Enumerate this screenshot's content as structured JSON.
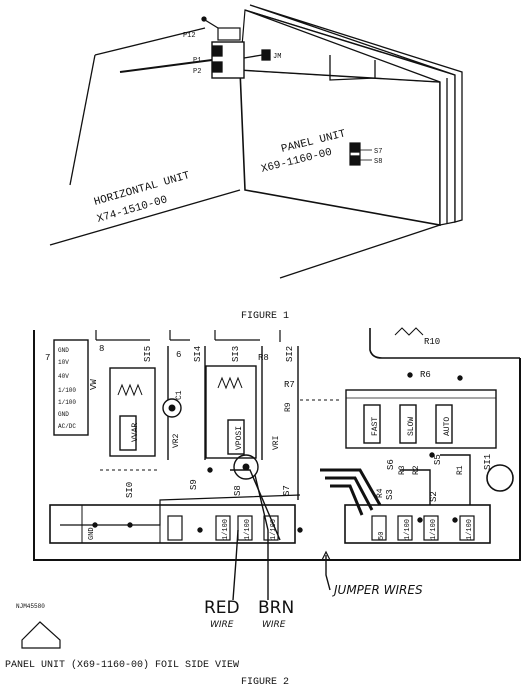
{
  "figure1": {
    "caption": "FIGURE 1",
    "horizontal_unit": {
      "name": "HORIZONTAL UNIT",
      "part": "X74-1510-00"
    },
    "panel_unit": {
      "name": "PANEL UNIT",
      "part": "X69-1160-00"
    },
    "labels": {
      "p12": "P12",
      "p1": "P1",
      "p2": "P2",
      "jm": "JM",
      "s7": "S7",
      "s8": "S8"
    }
  },
  "figure2": {
    "title": "PANEL UNIT (X69-1160-00) FOIL SIDE VIEW",
    "caption": "FIGURE 2",
    "code": "NJM45580",
    "labels": {
      "s15": "SI5",
      "s14": "SI4",
      "s13": "SI3",
      "s12": "SI2",
      "s11": "SI1",
      "s10": "SI0",
      "s9": "S9",
      "s8": "S8",
      "s7": "S7",
      "s6": "S6",
      "s5": "S5",
      "s3": "S3",
      "s2": "S2",
      "r8": "R8",
      "r7": "R7",
      "r9": "R9",
      "r1": "R1",
      "r2": "R2",
      "r3": "R3",
      "r4": "R4",
      "r10": "R10",
      "r6": "R6",
      "c1": "C1",
      "vr1": "VRI",
      "vr2": "VR2",
      "vw": "VW",
      "n6": "6",
      "n8": "8",
      "n7": "7",
      "vvar": "VVAR",
      "vpos": "VPOSI",
      "fast": "FAST",
      "slow": "SLOW",
      "auto": "AUTO",
      "gnd": "GND",
      "t1": "1/100",
      "t2": "1/100",
      "t3": "1/100",
      "j50": "50",
      "j1": "1/100",
      "j2": "1/100",
      "j3": "1/100",
      "side1": "GND",
      "side2": "10V",
      "side3": "40V",
      "side4": "1/100",
      "side5": "1/100",
      "side6": "GND",
      "side7": "AC/DC"
    },
    "annotations": {
      "jumper": "JUMPER WIRES",
      "red": "RED",
      "red_sub": "WIRE",
      "brn": "BRN",
      "brn_sub": "WIRE"
    }
  }
}
